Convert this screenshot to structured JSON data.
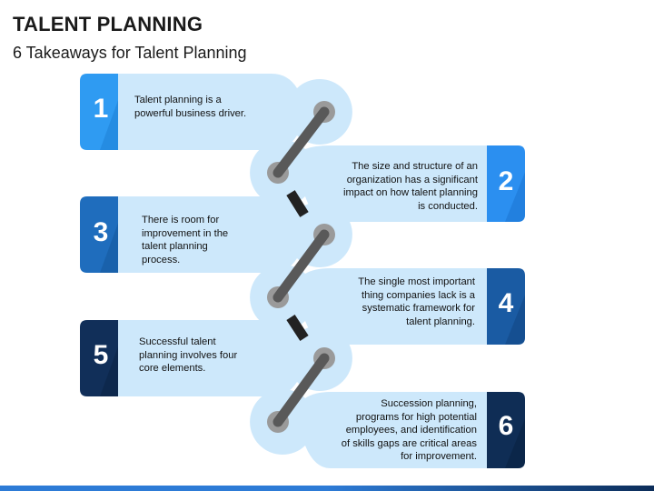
{
  "header": {
    "title": "TALENT PLANNING",
    "subtitle": "6 Takeaways for Talent Planning"
  },
  "colors": {
    "panel": "#cde8fb",
    "link": "#595959",
    "link_dark": "#222222",
    "hole": "#9a9a9a",
    "footer_light": "#2d7bd6",
    "footer_dark": "#0c2d59"
  },
  "steps": [
    {
      "number": "1",
      "text": "Talent planning is a powerful business driver.",
      "tab_color": "#2f9bf2",
      "tab_dark": "#1e7fd6"
    },
    {
      "number": "2",
      "text": "The size and structure of an organization has a significant impact on how talent planning is conducted.",
      "tab_color": "#2b8ff0",
      "tab_dark": "#1c74d2"
    },
    {
      "number": "3",
      "text": "There is room for improvement in the talent planning process.",
      "tab_color": "#1f6dbd",
      "tab_dark": "#14579c"
    },
    {
      "number": "4",
      "text": "The single most important thing companies lack is a systematic framework for talent planning.",
      "tab_color": "#1a5ba3",
      "tab_dark": "#124684"
    },
    {
      "number": "5",
      "text": "Successful talent planning involves four core elements.",
      "tab_color": "#112f59",
      "tab_dark": "#0b2244"
    },
    {
      "number": "6",
      "text": "Succession planning, programs for high potential employees, and identification of skills gaps are critical areas for improvement.",
      "tab_color": "#0f2d55",
      "tab_dark": "#0a2040"
    }
  ]
}
